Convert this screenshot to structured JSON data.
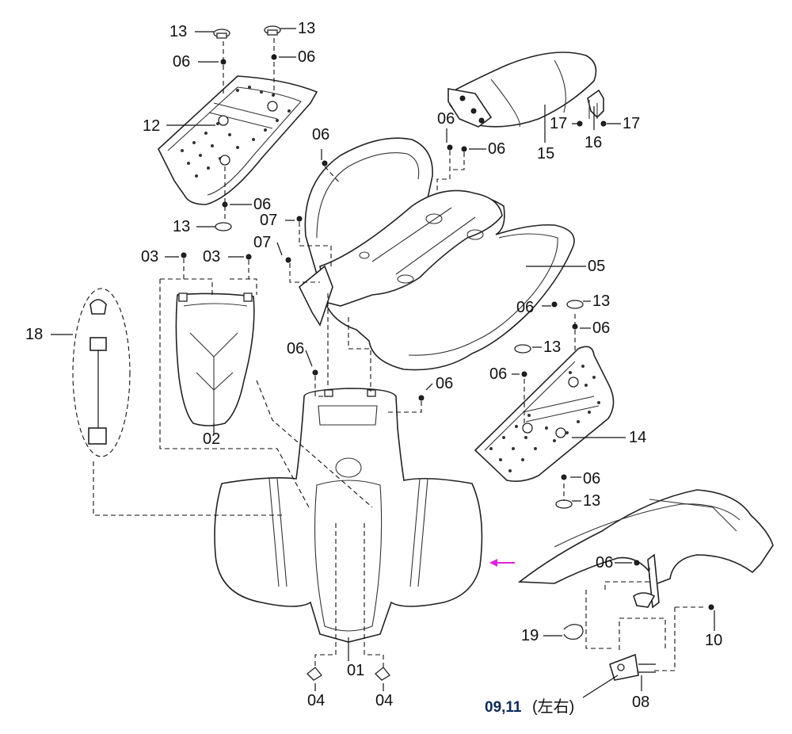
{
  "parts": {
    "p01": "01",
    "p02": "02",
    "p03": "03",
    "p04": "04",
    "p05": "05",
    "p06": "06",
    "p07": "07",
    "p08": "08",
    "p10": "10",
    "p12": "12",
    "p13": "13",
    "p14": "14",
    "p15": "15",
    "p16": "16",
    "p17": "17",
    "p18": "18",
    "p19": "19",
    "p0911": "09,11",
    "p0911_note": "(左右)"
  },
  "colors": {
    "arrow": "#e020e0",
    "text_bold": "#0c2a5a"
  }
}
